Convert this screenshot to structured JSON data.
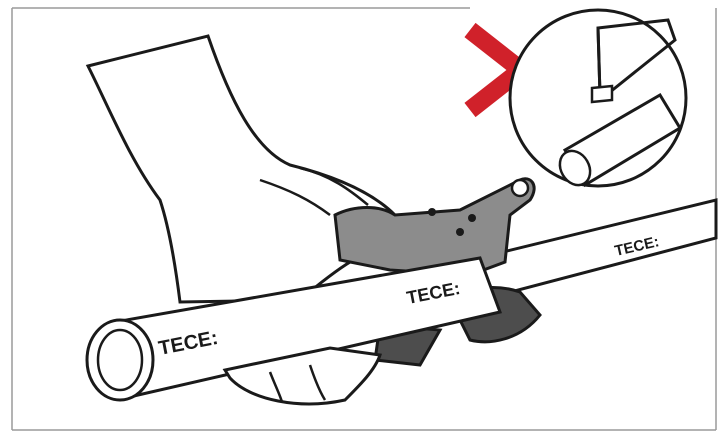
{
  "instruction": {
    "brand_labels": [
      "TECE:",
      "TECE:",
      "TECE:"
    ],
    "colors": {
      "outline": "#1a1a1a",
      "cutter_grey": "#8c8c8c",
      "cutter_dark": "#4d4d4d",
      "prohibited_mark": "#d0212a",
      "frame_border": "#9a9a9a",
      "background": "#ffffff"
    },
    "icons": {
      "main": "pipe-cutter-in-hand",
      "prohibited": "red-x-icon",
      "wrong_tool": "hacksaw-on-pipe-icon"
    }
  }
}
